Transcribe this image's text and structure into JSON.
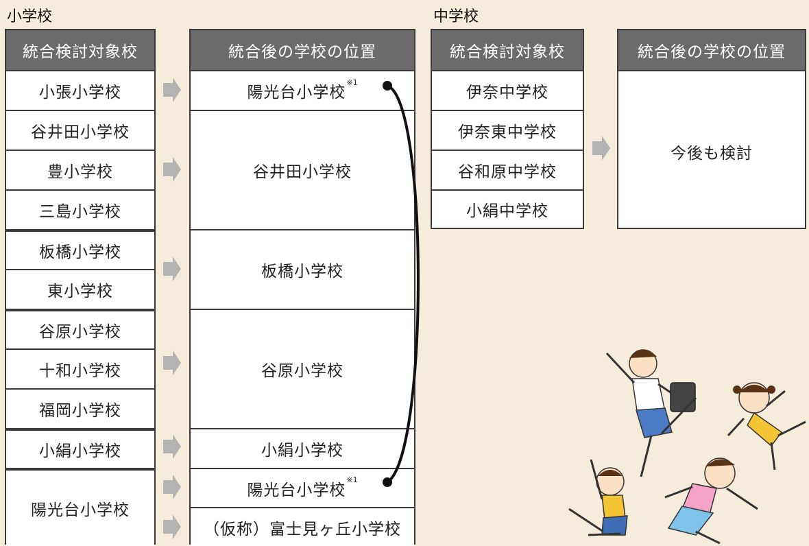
{
  "elementary": {
    "section_title": "小学校",
    "left_header": "統合検討対象校",
    "right_header": "統合後の学校の位置",
    "left_rows": [
      "小張小学校",
      "谷井田小学校",
      "豊小学校",
      "三島小学校",
      "板橋小学校",
      "東小学校",
      "谷原小学校",
      "十和小学校",
      "福岡小学校",
      "小絹小学校",
      "陽光台小学校"
    ],
    "right_rows": [
      "陽光台小学校",
      "谷井田小学校",
      "板橋小学校",
      "谷原小学校",
      "小絹小学校",
      "陽光台小学校",
      "（仮称）富士見ヶ丘小学校"
    ],
    "note_mark": "※1"
  },
  "junior_high": {
    "section_title": "中学校",
    "left_header": "統合検討対象校",
    "right_header": "統合後の学校の位置",
    "left_rows": [
      "伊奈中学校",
      "伊奈東中学校",
      "谷和原中学校",
      "小絹中学校"
    ],
    "right_value": "今後も検討"
  },
  "colors": {
    "header_bg": "#6b6b6b",
    "arrow": "#b3b3b3",
    "background": "#f6ecdc"
  },
  "icons": [
    "arrow-right-icon",
    "connector-curve",
    "children-illustration"
  ]
}
